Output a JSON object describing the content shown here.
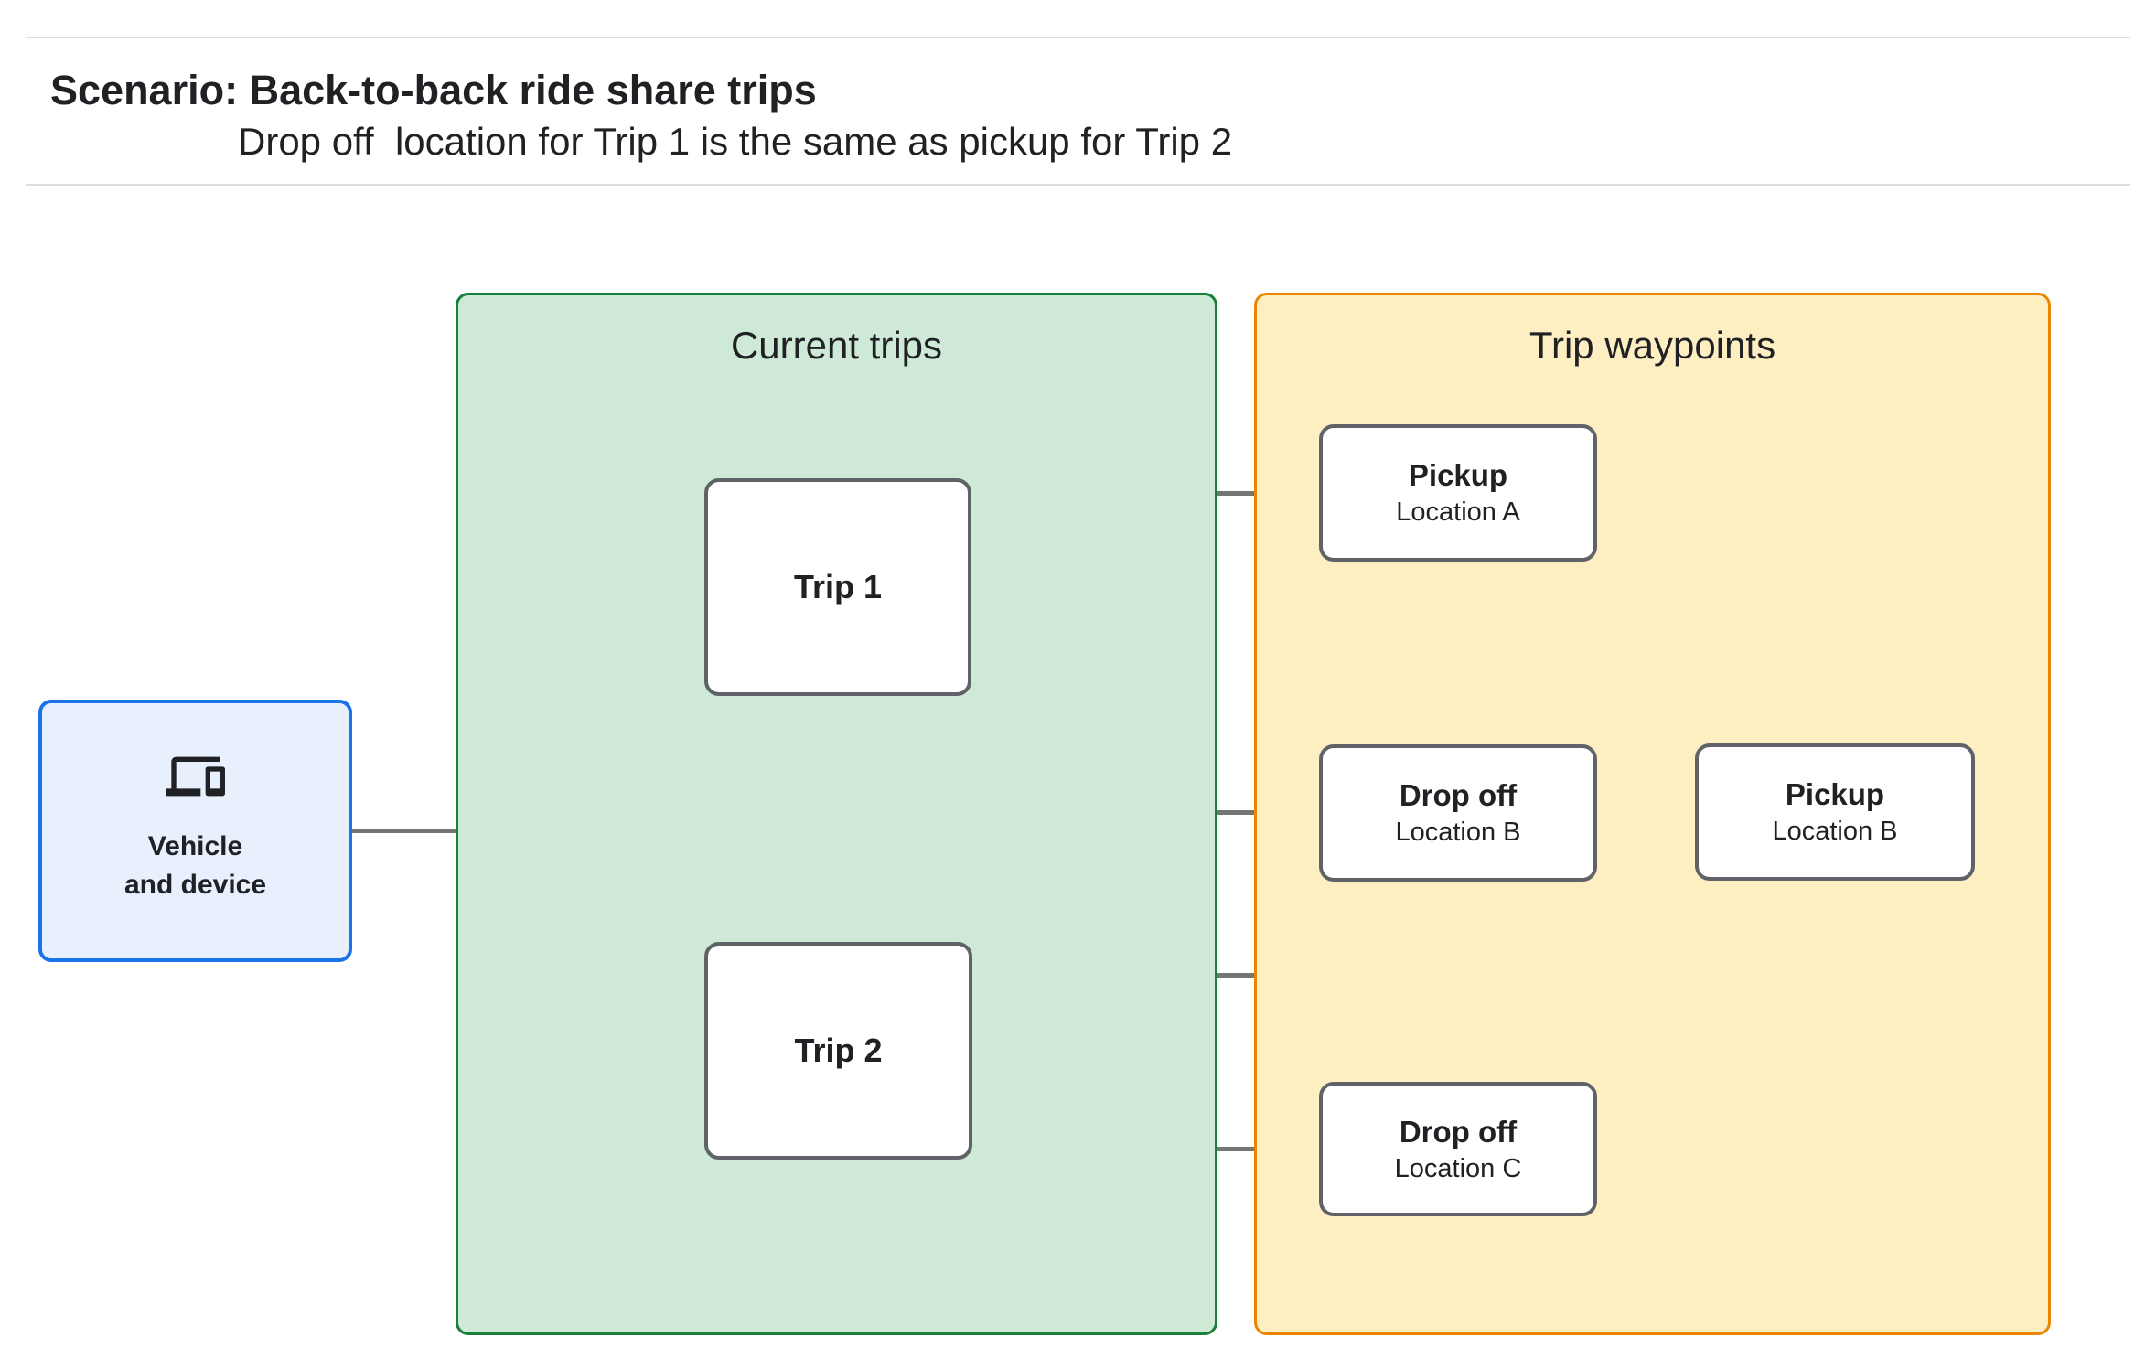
{
  "header": {
    "title": "Scenario: Back-to-back ride share trips",
    "subtitle": "Drop off  location for Trip 1 is the same as pickup for Trip 2"
  },
  "groups": {
    "current_trips": {
      "label": "Current trips",
      "fill": "#ceead6",
      "border": "#188038"
    },
    "trip_waypoints": {
      "label": "Trip waypoints",
      "fill": "#feefc3",
      "border": "#ea8600"
    }
  },
  "vehicle": {
    "icon": "devices-icon",
    "label_line1": "Vehicle",
    "label_line2": "and device",
    "fill": "#e8f0fe",
    "border": "#1a73e8"
  },
  "trips": [
    {
      "label": "Trip 1"
    },
    {
      "label": "Trip 2"
    }
  ],
  "waypoints": [
    {
      "title": "Pickup",
      "subtitle": "Location A"
    },
    {
      "title": "Drop off",
      "subtitle": "Location B"
    },
    {
      "title": "Pickup",
      "subtitle": "Location B"
    },
    {
      "title": "Drop off",
      "subtitle": "Location C"
    }
  ],
  "connector_color": "#757575"
}
